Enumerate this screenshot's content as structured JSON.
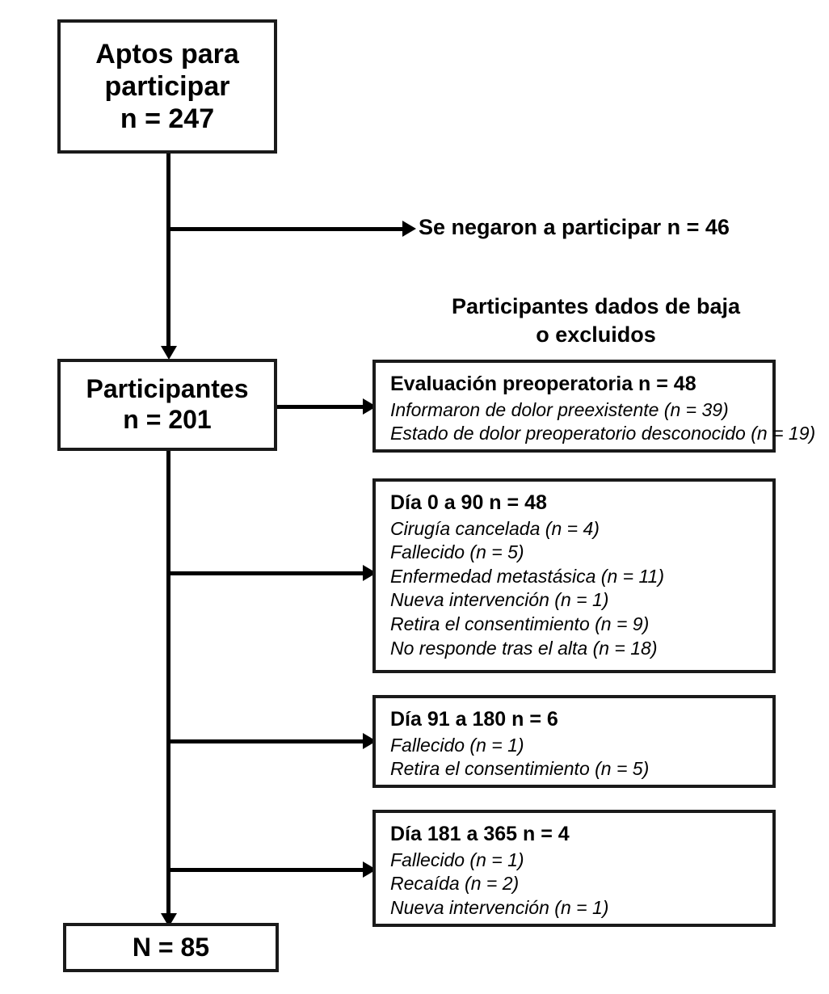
{
  "diagram": {
    "kind": "participant-flow-diagram",
    "language": "es",
    "colors": {
      "stroke": "#1a1a1a",
      "connector": "#000000",
      "background": "#ffffff",
      "text": "#000000"
    }
  },
  "main_nodes": {
    "eligible": {
      "lines": [
        "Aptos para",
        "participar",
        "n = 247"
      ]
    },
    "participants": {
      "lines": [
        "Participantes",
        "n = 201"
      ]
    },
    "final": {
      "lines": [
        "N = 85"
      ]
    }
  },
  "labels": {
    "refused": "Se negaron a participar n = 46",
    "excluded_header_line1": "Participantes dados de baja",
    "excluded_header_line2": "o excluidos"
  },
  "exclusion_boxes": [
    {
      "title": "Evaluación preoperatoria n = 48",
      "items": [
        "Informaron de dolor preexistente (n = 39)",
        "Estado de dolor preoperatorio desconocido (n = 19)"
      ]
    },
    {
      "title": "Día 0 a 90 n = 48",
      "items": [
        "Cirugía cancelada (n = 4)",
        "Fallecido (n = 5)",
        "Enfermedad metastásica (n = 11)",
        "Nueva intervención (n = 1)",
        "Retira el consentimiento (n = 9)",
        "No responde tras el alta (n = 18)"
      ]
    },
    {
      "title": "Día 91 a 180 n = 6",
      "items": [
        "Fallecido (n = 1)",
        "Retira el consentimiento (n = 5)"
      ]
    },
    {
      "title": "Día 181 a 365 n = 4",
      "items": [
        "Fallecido (n = 1)",
        "Recaída (n = 2)",
        "Nueva intervención (n = 1)"
      ]
    }
  ]
}
